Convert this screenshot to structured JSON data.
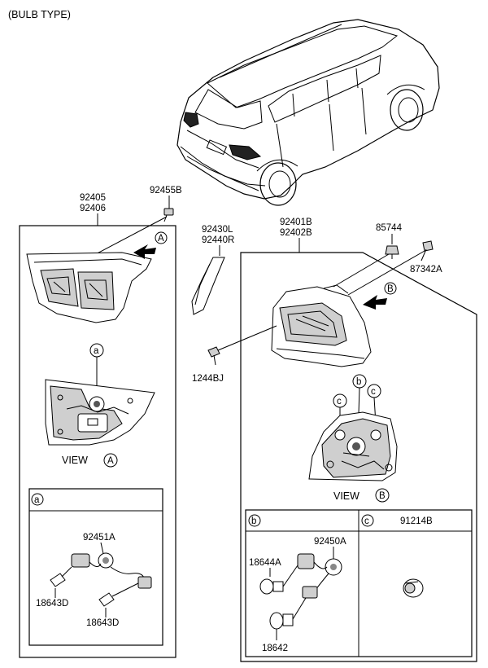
{
  "header": {
    "title": "(BULB TYPE)"
  },
  "parts": {
    "inner_lamp": [
      "92405",
      "92406"
    ],
    "screw_top": "92455B",
    "garnish": [
      "92430L",
      "92440R"
    ],
    "outer_lamp": [
      "92401B",
      "92402B"
    ],
    "clip": "85744",
    "nut": "87342A",
    "screw_left": "1244BJ",
    "socket_a": "92451A",
    "bulb_a1": "18643D",
    "bulb_a2": "18643D",
    "socket_b": "92450A",
    "bulb_b1": "18644A",
    "bulb_b2": "18642",
    "bulb_c": "91214B"
  },
  "callouts": {
    "view_a": "A",
    "view_b": "B",
    "circle_a": "a",
    "circle_b": "b",
    "circle_c": "c"
  },
  "views": {
    "view_a_label": "VIEW",
    "view_b_label": "VIEW"
  }
}
